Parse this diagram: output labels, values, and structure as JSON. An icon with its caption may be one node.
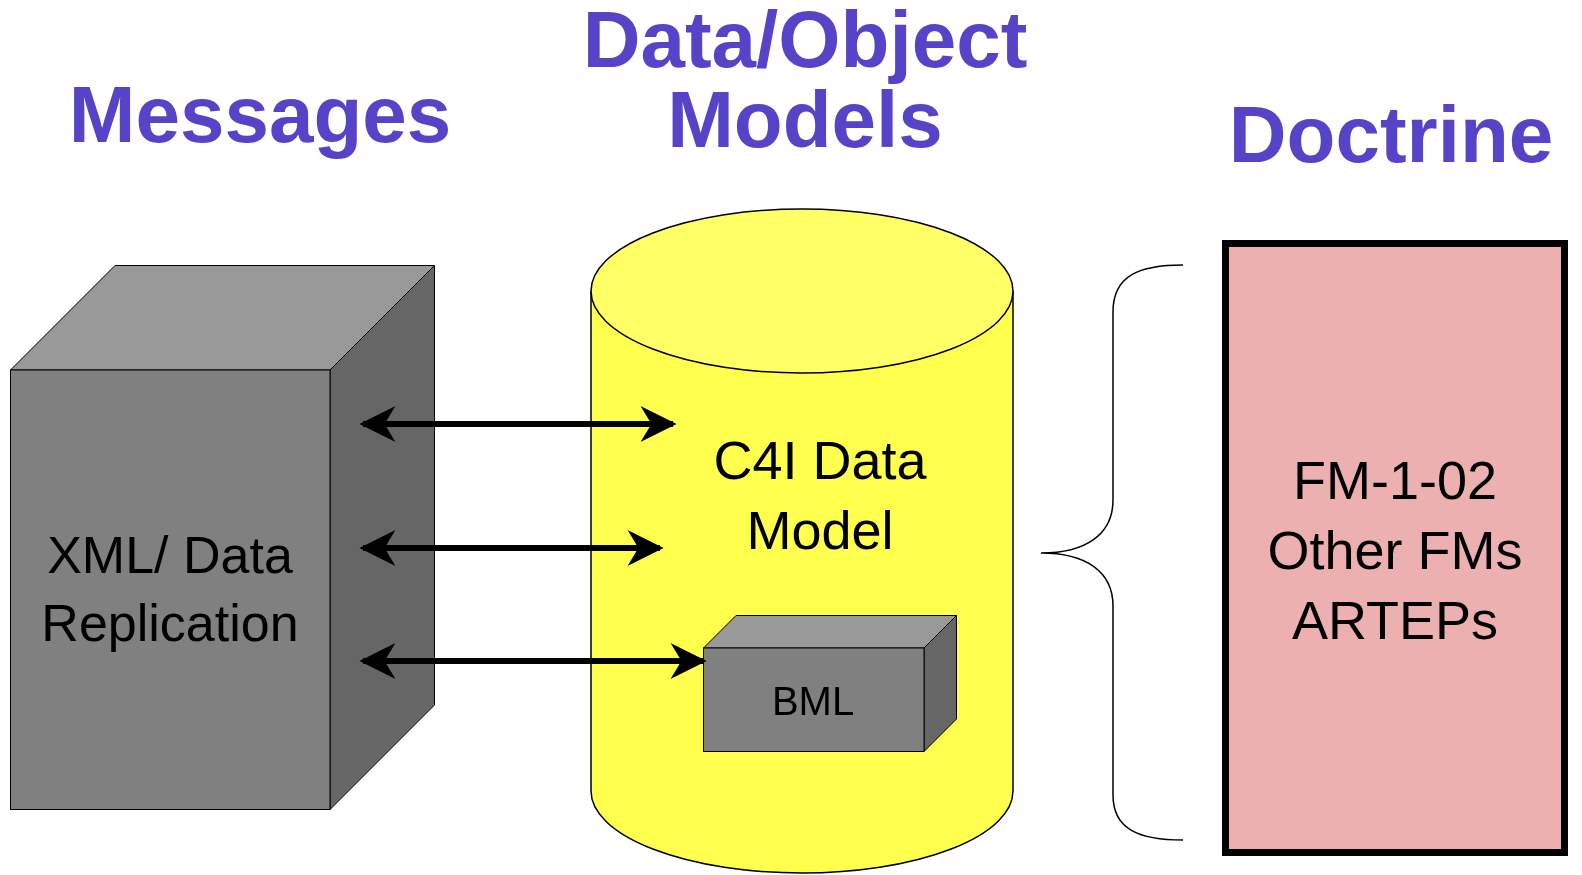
{
  "diagram": {
    "nodes": [
      {
        "text": [
          "Messages",
          "XML/ Data Replication"
        ]
      },
      {
        "text": [
          "Data/Object Models",
          "C4I Data Model"
        ]
      },
      {
        "text": [
          "BML"
        ],
        "in": 1
      },
      {
        "text": [
          "Doctrine",
          "FM-1-02 Other FMs ARTEPs"
        ]
      }
    ],
    "edges": [
      {
        "from": 0,
        "to": 1,
        "arrow": "both"
      },
      {
        "from": 0,
        "to": 1,
        "arrow": "both"
      },
      {
        "from": 0,
        "to": 2,
        "arrow": "both"
      }
    ]
  }
}
